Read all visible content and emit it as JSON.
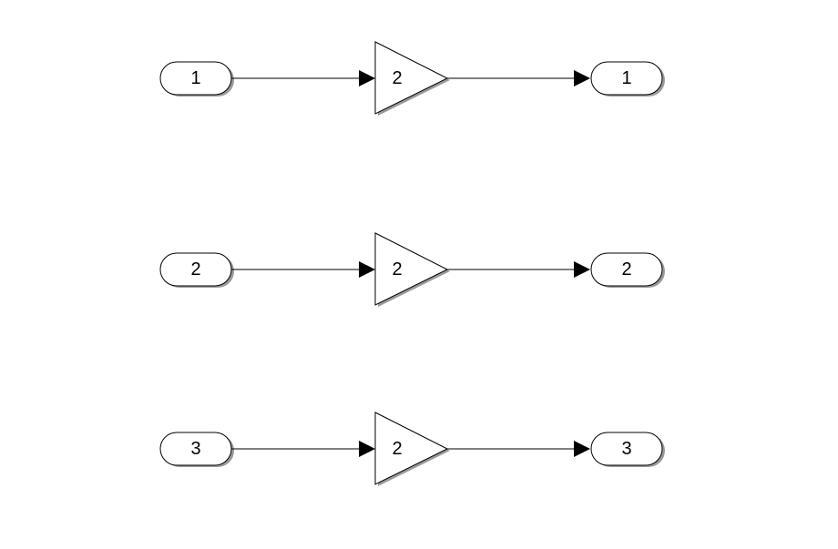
{
  "diagram": {
    "rows": [
      {
        "inport": "1",
        "gain": "2",
        "outport": "1"
      },
      {
        "inport": "2",
        "gain": "2",
        "outport": "2"
      },
      {
        "inport": "3",
        "gain": "2",
        "outport": "3"
      }
    ]
  }
}
